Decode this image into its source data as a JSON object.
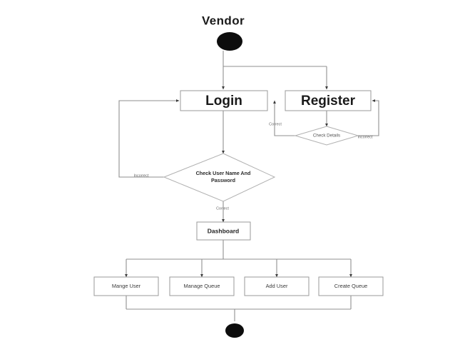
{
  "diagram": {
    "title": "Vendor",
    "type": "activity-flowchart",
    "background_color": "#ffffff",
    "line_color": "#8f8f8f",
    "node_fill": "#ffffff",
    "node_stroke": "#9a9a9a",
    "terminal_color": "#0d0d0d"
  },
  "nodes": {
    "start": {
      "name": "start-node",
      "shape": "filled-ellipse"
    },
    "login": {
      "label": "Login",
      "shape": "rectangle"
    },
    "register": {
      "label": "Register",
      "shape": "rectangle"
    },
    "check_details": {
      "label": "Check Details",
      "shape": "diamond"
    },
    "check_credentials": {
      "line1": "Check User Name And",
      "line2": "Password",
      "shape": "diamond"
    },
    "dashboard": {
      "label": "Dashboard",
      "shape": "rectangle"
    },
    "end": {
      "name": "end-node",
      "shape": "filled-ellipse"
    }
  },
  "actions": [
    {
      "label": "Mange User"
    },
    {
      "label": "Manage Queue"
    },
    {
      "label": "Add User"
    },
    {
      "label": "Create Queue"
    }
  ],
  "edge_labels": {
    "details_correct": "Correct",
    "details_incorrect": "Incorrect",
    "credentials_incorrect": "Incorrect",
    "credentials_correct": "Correct"
  }
}
